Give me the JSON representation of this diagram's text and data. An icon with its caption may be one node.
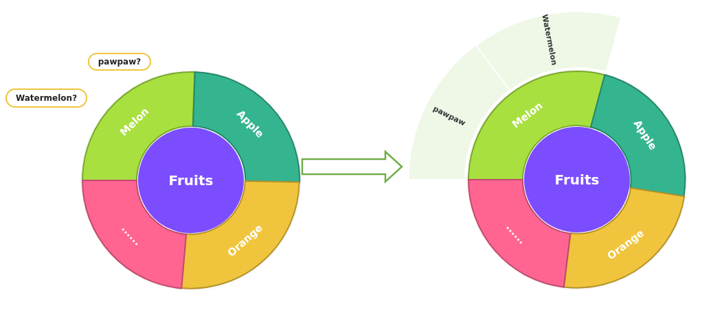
{
  "diagram": {
    "nodes": [
      {
        "text": [],
        "shape": "circle"
      },
      {
        "text": [
          "Fruits"
        ],
        "in": 0
      },
      {
        "text": [
          "Melon"
        ],
        "in": 0
      },
      {
        "text": [
          "Apple"
        ],
        "in": 0
      },
      {
        "text": [
          "Orange"
        ],
        "in": 0
      },
      {
        "text": [
          "......"
        ],
        "in": 0
      },
      {
        "text": [
          "pawpaw?"
        ]
      },
      {
        "text": [
          "Watermelon?"
        ]
      },
      {
        "text": [],
        "shape": "circle"
      },
      {
        "text": [
          "Watermelon"
        ]
      },
      {
        "text": [
          "pawpaw"
        ]
      },
      {
        "text": [
          "Fruits"
        ],
        "in": 8
      },
      {
        "text": [
          "Melon"
        ],
        "in": 8
      },
      {
        "text": [
          "Apple"
        ],
        "in": 8
      },
      {
        "text": [
          "Orange"
        ],
        "in": 8
      },
      {
        "text": [
          "......"
        ],
        "in": 8
      }
    ],
    "edges": [
      {
        "from": 0,
        "to": 8,
        "arrow": "to"
      }
    ]
  }
}
